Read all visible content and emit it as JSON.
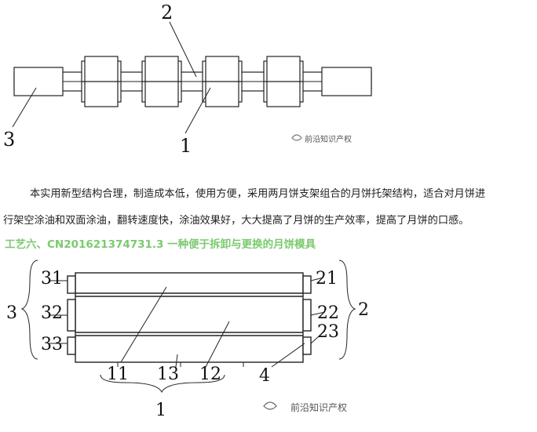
{
  "figure1": {
    "labels": {
      "l2": "2",
      "l3": "3",
      "l1": "1"
    },
    "watermark": "前沿知识产权"
  },
  "paragraph": {
    "line1": "本实用新型结构合理，制造成本低，使用方便，采用两月饼支架组合的月饼托架结构，适合对月饼进",
    "line2": "行架空涂油和双面涂油，翻转速度快，涂油效果好，大大提高了月饼的生产效率，提高了月饼的口感。"
  },
  "section_heading": "工艺六、CN201621374731.3 一种便于拆卸与更换的月饼模具",
  "figure2": {
    "labels": {
      "l31": "31",
      "l32": "32",
      "l33": "33",
      "l3": "3",
      "l21": "21",
      "l22": "22",
      "l23": "23",
      "l2": "2",
      "l11": "11",
      "l13": "13",
      "l12": "12",
      "l4": "4",
      "l1": "1"
    },
    "watermark": "前沿知识产权"
  }
}
